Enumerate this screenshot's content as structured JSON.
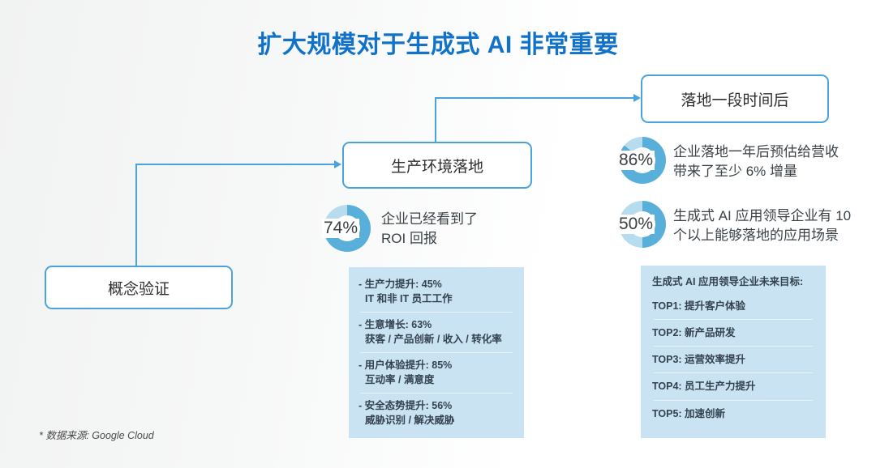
{
  "title": "扩大规模对于生成式 AI 非常重要",
  "footer": "* 数据来源: Google Cloud",
  "colors": {
    "title_blue": "#1172c8",
    "line_blue": "#4aa3dd",
    "donut_filled": "#58b0da",
    "donut_rest": "#b6dcee",
    "panel_bg": "#c9e3f3",
    "text_dark": "#3b4247"
  },
  "flow": {
    "stage1": {
      "label": "概念验证"
    },
    "stage2": {
      "label": "生产环境落地"
    },
    "stage3": {
      "label": "落地一段时间后"
    }
  },
  "chart_data": {
    "type": "pie",
    "note": "three donut stat charts",
    "series": [
      {
        "name": "ROI",
        "value": 74
      },
      {
        "name": "营收增量",
        "value": 86
      },
      {
        "name": "应用场景",
        "value": 50
      }
    ]
  },
  "stats": [
    {
      "percent": "74%",
      "value": 74,
      "line1": "企业已经看到了",
      "line2": "ROI 回报"
    },
    {
      "percent": "86%",
      "value": 86,
      "line1": "企业落地一年后预估给营收",
      "line2": "带来了至少 6% 增量"
    },
    {
      "percent": "50%",
      "value": 50,
      "line1": "生成式 AI 应用领导企业有 10",
      "line2": "个以上能够落地的应用场景"
    }
  ],
  "production_panel": {
    "items": [
      {
        "title": "- 生产力提升: 45%",
        "detail": "IT 和非 IT 员工工作"
      },
      {
        "title": "- 生意增长: 63%",
        "detail": "获客 / 产品创新 / 收入 / 转化率"
      },
      {
        "title": "- 用户体验提升: 85%",
        "detail": "互动率 / 满意度"
      },
      {
        "title": "- 安全态势提升: 56%",
        "detail": "威胁识别 / 解决威胁"
      }
    ]
  },
  "future_goals_panel": {
    "header": "生成式 AI 应用领导企业未来目标:",
    "items": [
      {
        "label": "TOP1: 提升客户体验"
      },
      {
        "label": "TOP2: 新产品研发"
      },
      {
        "label": "TOP3: 运营效率提升"
      },
      {
        "label": "TOP4: 员工生产力提升"
      },
      {
        "label": "TOP5: 加速创新"
      }
    ]
  }
}
